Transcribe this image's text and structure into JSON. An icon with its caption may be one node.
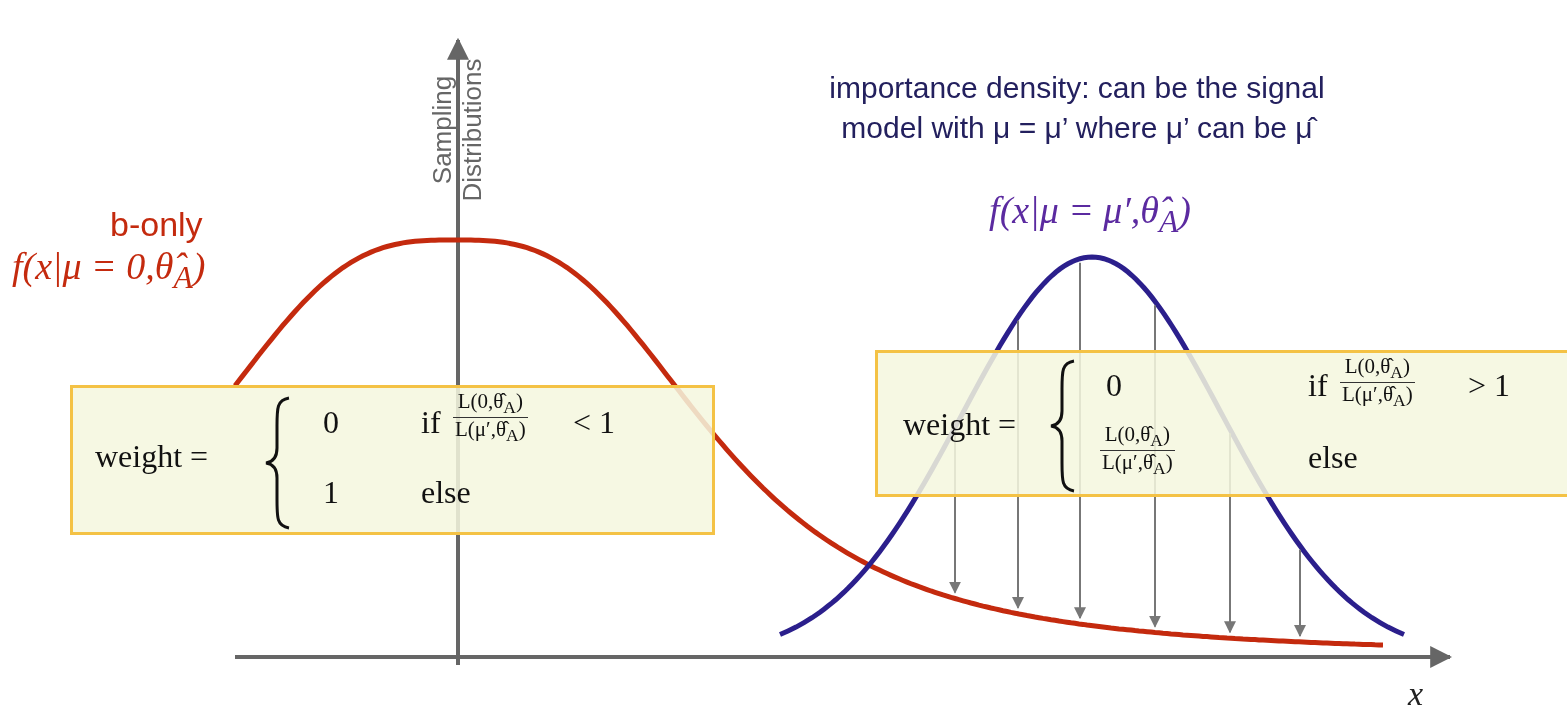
{
  "diagram": {
    "nodes": [
      {
        "text": [
          "weight =",
          "0",
          "if",
          "L(0,θ̂$_{A}$)",
          "L(μ′,θ̂$_{A}$)",
          "< 1",
          "1",
          "else"
        ]
      },
      {
        "text": [
          "weight =",
          "0",
          "if",
          "L(0,θ̂$_{A}$)",
          "L(μ′,θ̂$_{A}$)",
          "> 1",
          "L(0,θ̂$_{A}$)",
          "L(μ′,θ̂$_{A}$)",
          "else"
        ]
      }
    ],
    "labels": [
      "Sampling Distributions",
      "b-only",
      "f(x|μ = 0,θ̂$_{A}$)",
      "importance density: can be the signal model with μ = μ’ where μ’ can be μ̂",
      "f(x|μ = μ′,θ̂$_{A}$)",
      "x"
    ]
  }
}
